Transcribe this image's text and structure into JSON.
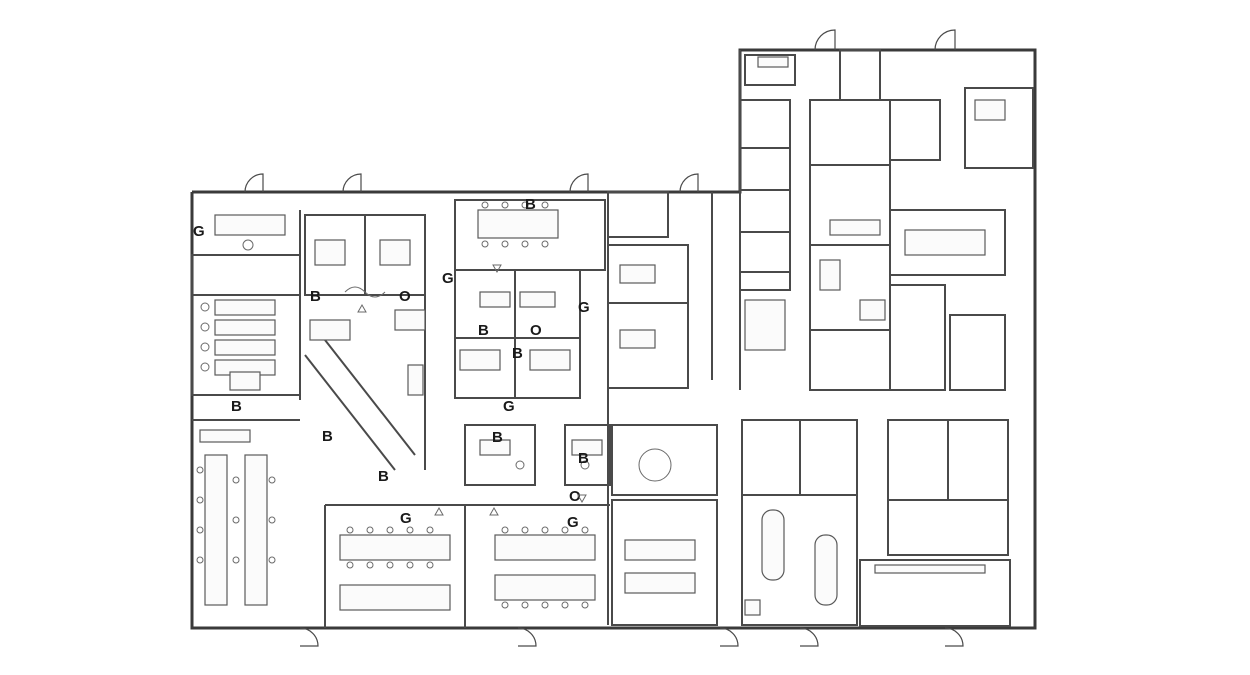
{
  "legend_letters": {
    "G": "G",
    "B": "B",
    "O": "O"
  },
  "markers": [
    {
      "letter": "G"
    },
    {
      "letter": "G"
    },
    {
      "letter": "G"
    },
    {
      "letter": "G"
    },
    {
      "letter": "G"
    },
    {
      "letter": "G"
    },
    {
      "letter": "B"
    },
    {
      "letter": "B"
    },
    {
      "letter": "B"
    },
    {
      "letter": "B"
    },
    {
      "letter": "B"
    },
    {
      "letter": "B"
    },
    {
      "letter": "B"
    },
    {
      "letter": "B"
    },
    {
      "letter": "B"
    },
    {
      "letter": "O"
    },
    {
      "letter": "O"
    },
    {
      "letter": "O"
    }
  ],
  "colors": {
    "wall": "#3a3a3a",
    "furniture": "#5a5a5a",
    "background": "#ffffff"
  }
}
